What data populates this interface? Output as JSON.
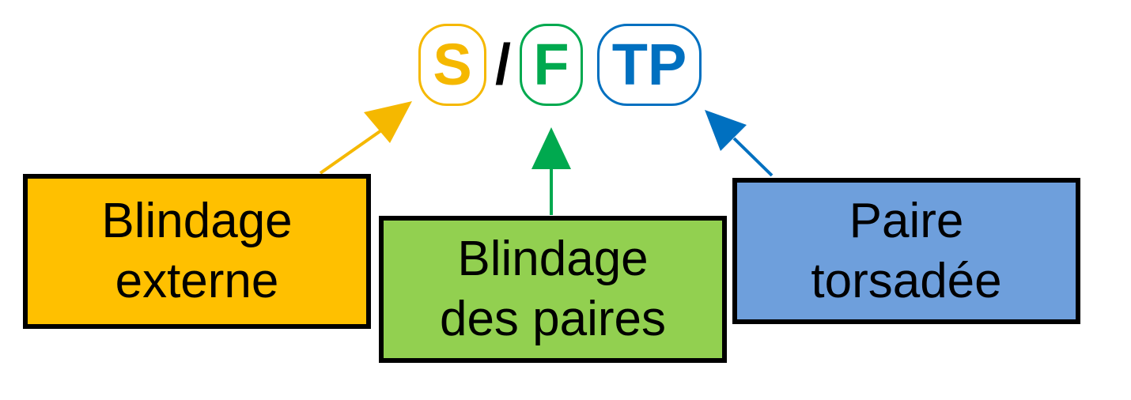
{
  "acronym": {
    "shield_letter": "S",
    "separator": "/",
    "foil_letter": "F",
    "pair_letters": "TP"
  },
  "boxes": {
    "outer_shield": {
      "line1": "Blindage",
      "line2": "externe"
    },
    "pair_shield": {
      "line1": "Blindage",
      "line2": "des paires"
    },
    "twisted_pair": {
      "line1": "Paire",
      "line2": "torsadée"
    }
  },
  "colors": {
    "yellow_accent": "#F5B800",
    "yellow_fill": "#FFC000",
    "green_accent": "#00A94F",
    "green_fill": "#92D050",
    "blue_accent": "#0070C0",
    "blue_fill": "#6E9FDC",
    "border": "#000000"
  }
}
